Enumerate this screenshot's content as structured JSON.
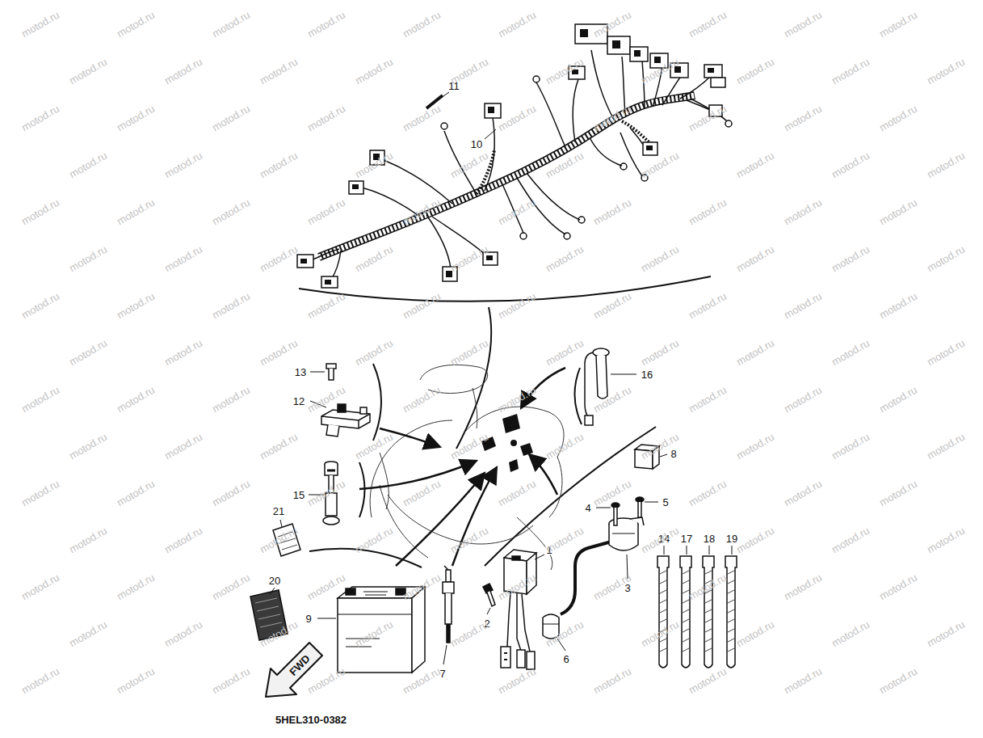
{
  "diagram": {
    "nodes": [
      {
        "text": [
          "FWD"
        ]
      }
    ],
    "labels": [
      "11",
      "10",
      "13",
      "12",
      "16",
      "8",
      "4",
      "5",
      "15",
      "21",
      "1",
      "3",
      "14",
      "17",
      "18",
      "19",
      "20",
      "9",
      "2",
      "7",
      "6",
      "5HEL310-0382",
      "motod.ru",
      "motod.ru",
      "motod.ru",
      "motod.ru",
      "motod.ru",
      "motod.ru",
      "motod.ru",
      "motod.ru",
      "motod.ru",
      "motod.ru",
      "motod.ru",
      "motod.ru",
      "motod.ru",
      "motod.ru",
      "motod.ru",
      "motod.ru",
      "motod.ru",
      "motod.ru",
      "motod.ru",
      "motod.ru",
      "motod.ru",
      "motod.ru",
      "motod.ru",
      "motod.ru",
      "motod.ru",
      "motod.ru",
      "motod.ru",
      "motod.ru",
      "motod.ru",
      "motod.ru",
      "motod.ru",
      "motod.ru",
      "motod.ru",
      "motod.ru",
      "motod.ru",
      "motod.ru",
      "motod.ru",
      "motod.ru",
      "motod.ru",
      "motod.ru",
      "motod.ru",
      "motod.ru",
      "motod.ru",
      "motod.ru",
      "motod.ru",
      "motod.ru",
      "motod.ru",
      "motod.ru",
      "motod.ru",
      "motod.ru",
      "motod.ru",
      "motod.ru",
      "motod.ru",
      "motod.ru",
      "motod.ru",
      "motod.ru",
      "motod.ru",
      "motod.ru",
      "motod.ru",
      "motod.ru",
      "motod.ru",
      "motod.ru",
      "motod.ru",
      "motod.ru",
      "motod.ru",
      "motod.ru",
      "motod.ru",
      "motod.ru",
      "motod.ru",
      "motod.ru",
      "motod.ru",
      "motod.ru",
      "motod.ru",
      "motod.ru",
      "motod.ru",
      "motod.ru",
      "motod.ru",
      "motod.ru",
      "motod.ru",
      "motod.ru",
      "motod.ru",
      "motod.ru",
      "motod.ru",
      "motod.ru",
      "motod.ru",
      "motod.ru",
      "motod.ru",
      "motod.ru",
      "motod.ru",
      "motod.ru",
      "motod.ru",
      "motod.ru",
      "motod.ru",
      "motod.ru",
      "motod.ru",
      "motod.ru",
      "motod.ru",
      "motod.ru",
      "motod.ru",
      "motod.ru",
      "motod.ru",
      "motod.ru",
      "motod.ru",
      "motod.ru",
      "motod.ru",
      "motod.ru",
      "motod.ru",
      "motod.ru",
      "motod.ru",
      "motod.ru",
      "motod.ru",
      "motod.ru",
      "motod.ru",
      "motod.ru",
      "motod.ru",
      "motod.ru",
      "motod.ru",
      "motod.ru",
      "motod.ru",
      "motod.ru",
      "motod.ru",
      "motod.ru",
      "motod.ru",
      "motod.ru",
      "motod.ru",
      "motod.ru",
      "motod.ru",
      "motod.ru",
      "motod.ru",
      "motod.ru",
      "motod.ru",
      "motod.ru",
      "motod.ru",
      "motod.ru",
      "motod.ru",
      "motod.ru",
      "motod.ru",
      "motod.ru",
      "motod.ru",
      "motod.ru",
      "motod.ru",
      "motod.ru",
      "motod.ru",
      "motod.ru",
      "motod.ru",
      "motod.ru",
      "motod.ru",
      "motod.ru",
      "motod.ru",
      "motod.ru"
    ]
  }
}
